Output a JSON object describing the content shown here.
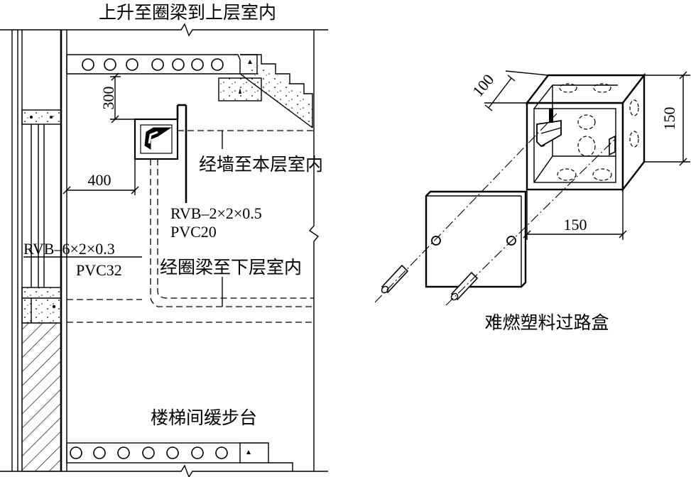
{
  "left_diagram": {
    "label_top": "上升至圈梁到上层室内",
    "label_via_wall": "经墙至本层室内",
    "label_via_beam": "经圈梁至下层室内",
    "label_platform": "楼梯间缓步台",
    "cable_small": "RVB–2×2×0.5",
    "conduit_small": "PVC20",
    "cable_large": "RVB–6×2×0.3",
    "conduit_large": "PVC32",
    "dim_height": "300",
    "dim_offset": "400"
  },
  "right_diagram": {
    "dim_depth": "100",
    "dim_height": "150",
    "dim_width": "150",
    "caption": "难燃塑料过路盒"
  }
}
